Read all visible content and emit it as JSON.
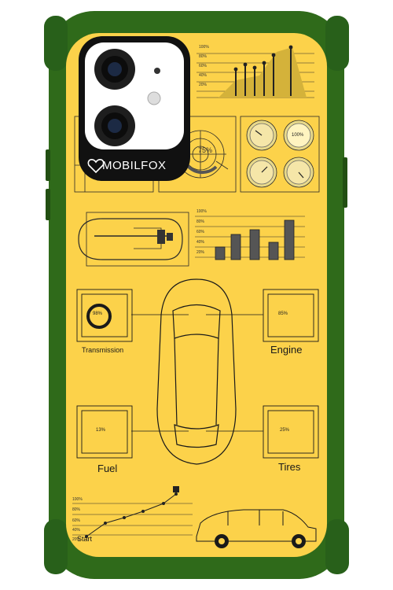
{
  "brand": {
    "name": "MOBILFOX"
  },
  "labels": {
    "transmission": "Transmission",
    "engine": "Engine",
    "fuel": "Fuel",
    "tires": "Tires",
    "start": "Start"
  },
  "gauges": {
    "transmission": "98%",
    "engine": "85%",
    "fuel": "13%",
    "tires": "25%",
    "dial": "75%",
    "round_gauge": "100%"
  },
  "chart_top": {
    "ticks": [
      "100%",
      "80%",
      "60%",
      "40%",
      "20%"
    ]
  },
  "chart_mid": {
    "ticks": [
      "100%",
      "80%",
      "60%",
      "40%",
      "20%"
    ]
  },
  "chart_bottom": {
    "ticks": [
      "100%",
      "80%",
      "60%",
      "40%",
      "20%"
    ]
  },
  "colors": {
    "case_green": "#2f6a1a",
    "case_dark": "#1f4d10",
    "background_yellow": "#fcd24a",
    "line": "#2a2a2a",
    "camera_block": "#111111"
  }
}
